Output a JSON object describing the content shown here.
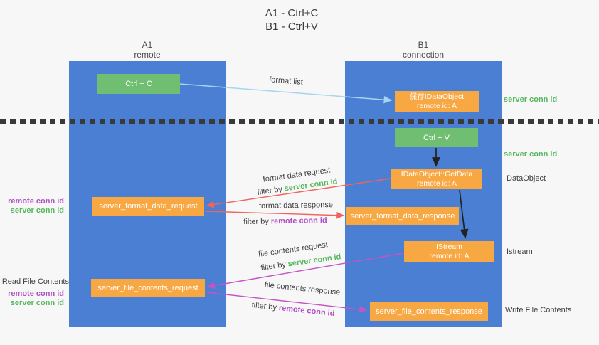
{
  "title": {
    "line1": "A1 - Ctrl+C",
    "line2": "B1 - Ctrl+V"
  },
  "columns": {
    "left": {
      "id": "A1",
      "name": "remote"
    },
    "right": {
      "id": "B1",
      "name": "connection"
    }
  },
  "nodes": {
    "ctrl_c": {
      "label": "Ctrl + C"
    },
    "ctrl_v": {
      "label": "Ctrl + V"
    },
    "save_obj": {
      "line1": "保存IDataObject",
      "line2": "remote id: A"
    },
    "getdata": {
      "line1": "IDataObject::GetData",
      "line2": "remote id: A"
    },
    "istream": {
      "line1": "IStream",
      "line2": "remote id: A"
    },
    "fmt_req": {
      "label": "server_format_data_request"
    },
    "fmt_resp": {
      "label": "server_format_data_response"
    },
    "file_req": {
      "label": "server_file_contents_request"
    },
    "file_resp": {
      "label": "server_file_contents_response"
    }
  },
  "labels": {
    "format_list": "format list",
    "format_data_request": "format data request",
    "format_data_response": "format data response",
    "file_contents_request": "file contents request",
    "file_contents_response": "file contents response",
    "filter_by": "filter by",
    "server_conn_id": "server conn id",
    "remote_conn_id": "remote conn id",
    "dataobject": "DataObject",
    "istream": "Istream",
    "read_file_contents": "Read File Contents",
    "write_file_contents": "Write File Contents"
  },
  "colors": {
    "column_blue": "#4a7fd4",
    "node_orange": "#f8a843",
    "key_green": "#6fbe72",
    "arrow_light_blue": "#a5d5f0",
    "arrow_red": "#f2635c",
    "arrow_magenta": "#c355c5",
    "arrow_black": "#222222",
    "text_green": "#55b65e",
    "text_purple": "#b04fc3",
    "text_dark": "#3e3e3e",
    "background": "#f7f7f7"
  }
}
